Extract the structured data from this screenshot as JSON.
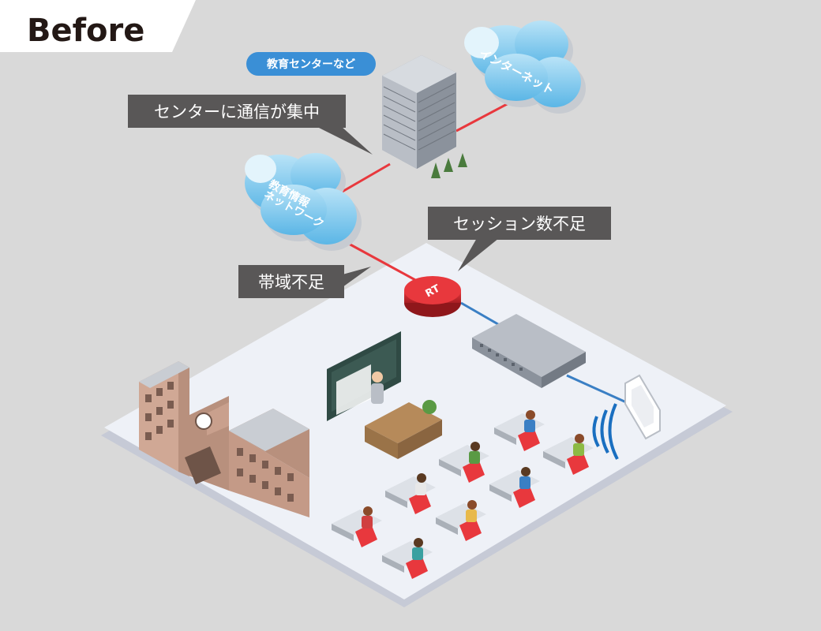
{
  "badge": {
    "label": "Before"
  },
  "center": {
    "tag": "教育センターなど"
  },
  "cloud_internet": {
    "label": "インターネット"
  },
  "cloud_edu": {
    "line1": "教育情報",
    "line2": "ネットワーク"
  },
  "router": {
    "label": "RT"
  },
  "callouts": {
    "center_concentration": "センターに通信が集中",
    "session_shortage": "セッション数不足",
    "bandwidth_shortage": "帯域不足"
  },
  "colors": {
    "background": "#d9d9d9",
    "red_link": "#e8383d",
    "blue_link": "#3a7fc4",
    "cloud_fill": "#7ec8ee",
    "callout_fill": "#595757",
    "tag_fill": "#3a8fd6",
    "floor": "#eef1f7"
  }
}
